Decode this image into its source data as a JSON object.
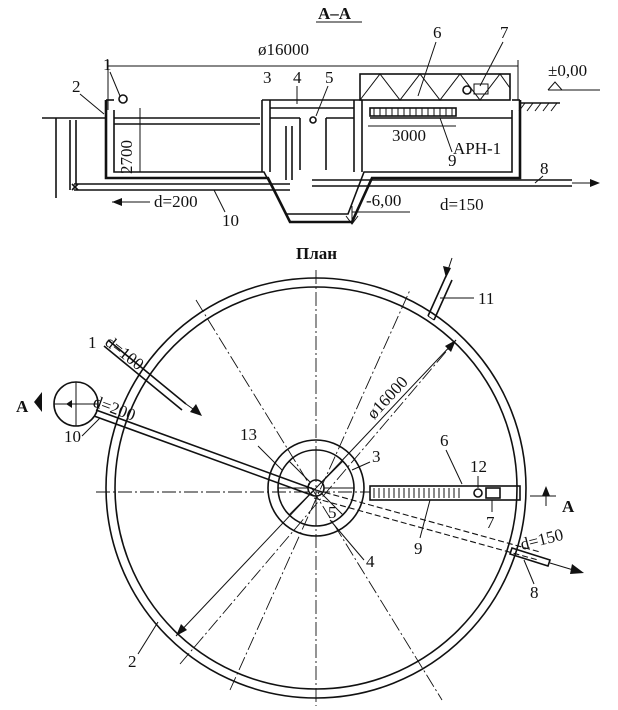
{
  "section": {
    "title": "А–А",
    "diameter": "ø16000",
    "level_top": "±0,00",
    "level_bottom": "-6,00",
    "depth": "2700",
    "length": "3000",
    "device": "АРН-1",
    "pipe_in": "d=200",
    "pipe_out": "d=150",
    "labels": [
      "1",
      "2",
      "3",
      "4",
      "5",
      "6",
      "7",
      "8",
      "9",
      "10"
    ]
  },
  "plan": {
    "title": "План",
    "diameter": "ø16000",
    "pipe_inlet": "d=100",
    "pipe_drain": "d=200",
    "pipe_out": "d=150",
    "section_mark": "А",
    "labels": [
      "1",
      "2",
      "3",
      "4",
      "5",
      "6",
      "7",
      "8",
      "9",
      "10",
      "11",
      "12",
      "13"
    ]
  }
}
